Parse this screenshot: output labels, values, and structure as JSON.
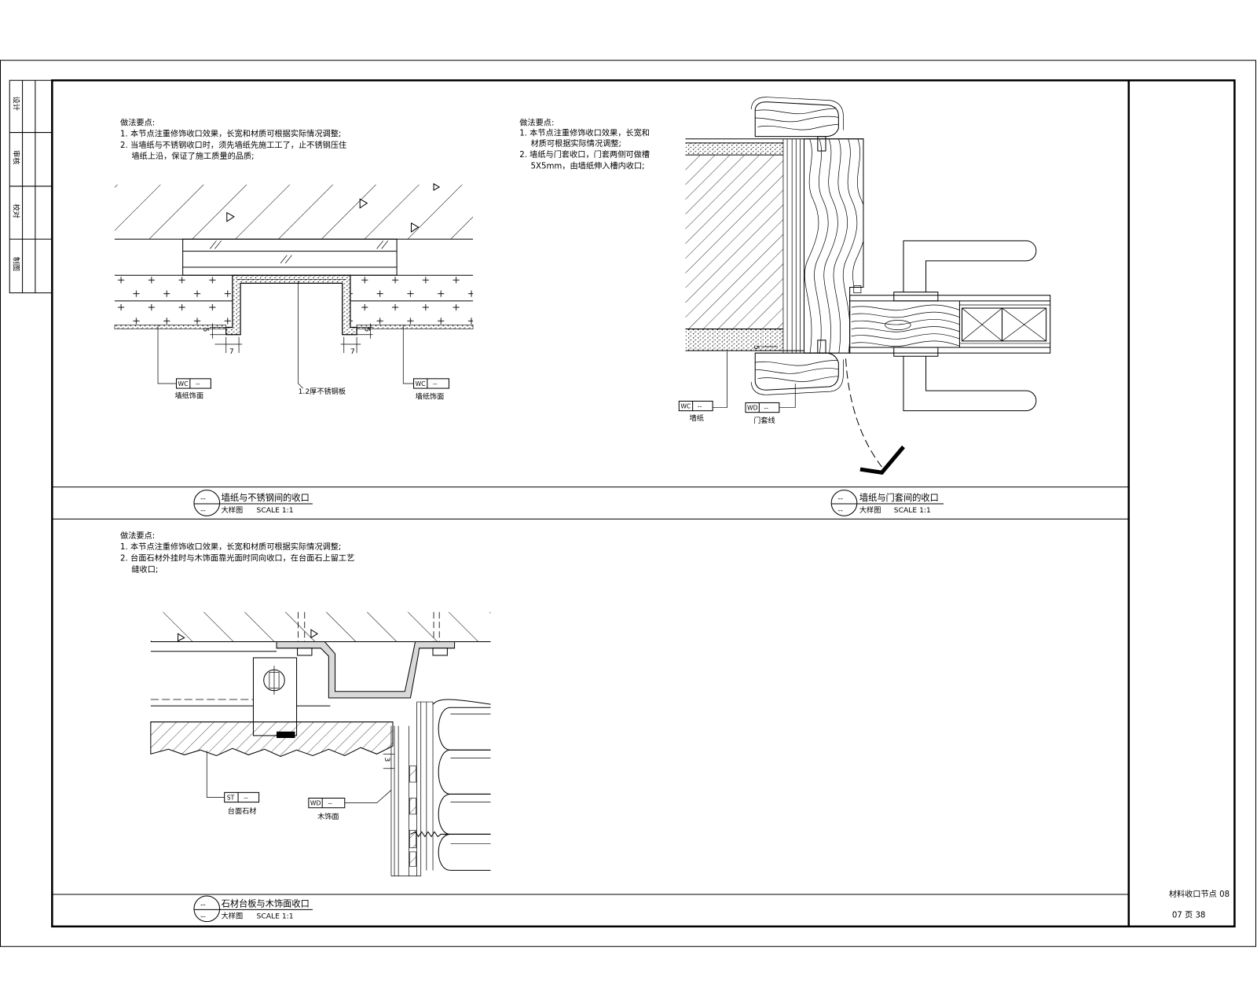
{
  "sheet": {
    "signoff": [
      "设计",
      "审核",
      "校对",
      "制图"
    ],
    "drawing_name": "材料收口节点 08",
    "page_no": "07 页 38"
  },
  "details": [
    {
      "notes": {
        "heading": "做法要点:",
        "lines": [
          "1. 本节点注重修饰收口效果，长宽和材质可根据实际情况调整;",
          "2. 当墙纸与不锈钢收口时，须先墙纸先施工工了，止不锈钢压住",
          "墙纸上沿，保证了施工质量的品质;"
        ]
      },
      "title": "墙纸与不锈钢间的收口",
      "scale_label": "大样图",
      "scale": "SCALE 1:1",
      "symbol": {
        "top": "--",
        "bottom": "--"
      },
      "tags": [
        {
          "code": "WC",
          "ref": "--",
          "label": "墙纸饰面"
        },
        {
          "code": "WC",
          "ref": "--",
          "label": "墙纸饰面"
        }
      ],
      "callout": "1.2厚不锈钢板",
      "dimensions": [
        "5",
        "7",
        "5",
        "7"
      ]
    },
    {
      "notes": {
        "heading": "做法要点:",
        "lines": [
          "1. 本节点注重修饰收口效果，长宽和",
          "材质可根据实际情况调整;",
          "2. 墙纸与门套收口，门套两侧可做槽",
          "5X5mm，由墙纸伸入槽内收口;"
        ]
      },
      "title": "墙纸与门套间的收口",
      "scale_label": "大样图",
      "scale": "SCALE 1:1",
      "symbol": {
        "top": "--",
        "bottom": "--"
      },
      "tags": [
        {
          "code": "WC",
          "ref": "--",
          "label": "墙纸"
        },
        {
          "code": "WD",
          "ref": "--",
          "label": "门套线"
        }
      ],
      "dimensions": [
        "5"
      ]
    },
    {
      "notes": {
        "heading": "做法要点:",
        "lines": [
          "1. 本节点注重修饰收口效果，长宽和材质可根据实际情况调整;",
          "2. 台面石材外挂时与木饰面靠光面时同向收口，在台面石上留工艺",
          "缝收口;"
        ]
      },
      "title": "石材台板与木饰面收口",
      "scale_label": "大样图",
      "scale": "SCALE 1:1",
      "symbol": {
        "top": "--",
        "bottom": "--"
      },
      "tags": [
        {
          "code": "ST",
          "ref": "--",
          "label": "台面石材"
        },
        {
          "code": "WD",
          "ref": "--",
          "label": "木饰面"
        }
      ],
      "dimensions": [
        "3"
      ]
    }
  ],
  "colors": {
    "ink": "#000000",
    "paper": "#ffffff"
  }
}
